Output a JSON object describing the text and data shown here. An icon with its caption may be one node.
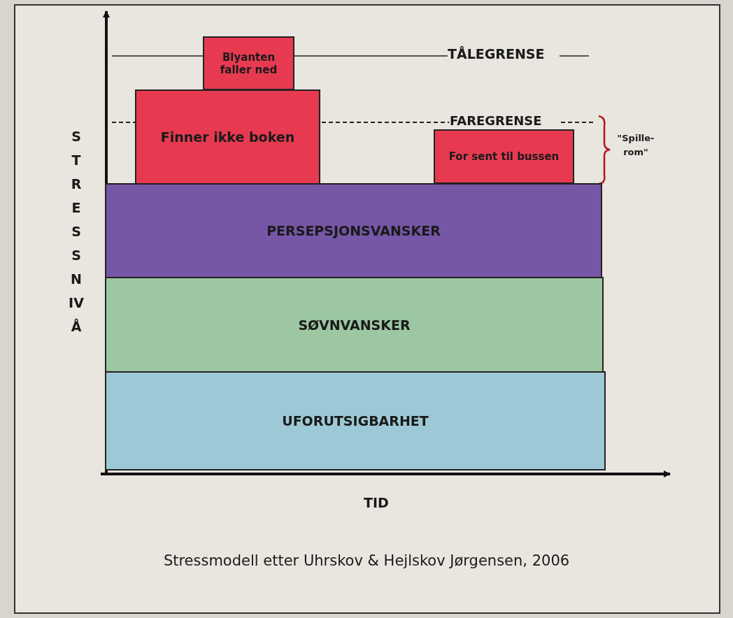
{
  "diagram": {
    "caption": "Stressmodell etter Uhrskov & Hejlskov Jørgensen, 2006",
    "nodes": [
      {
        "text": [
          "Blyanten faller ned"
        ]
      },
      {
        "text": [
          "Finner ikke boken"
        ]
      },
      {
        "text": [
          "For sent til bussen"
        ]
      },
      {
        "text": [
          "PERSEPSJONSVANSKER"
        ]
      },
      {
        "text": [
          "SØVNVANSKER"
        ]
      },
      {
        "text": [
          "UFORUTSIGBARHET"
        ]
      }
    ],
    "edges": [],
    "labels": [
      "TÅLEGRENSE",
      "FAREGRENSE",
      "\"Spille-rom\"",
      "STRESSNIVÅ",
      "TID"
    ]
  }
}
